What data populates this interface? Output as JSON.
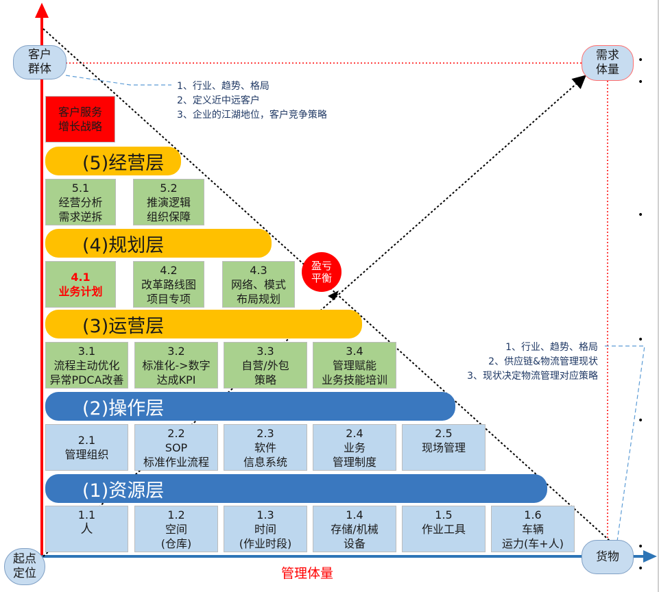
{
  "axes": {
    "top_left": "客户\n群体",
    "origin": "起点\n定位",
    "top_right": "需求\n体量",
    "bottom_right": "货物",
    "x_axis_label": "管理体量"
  },
  "strategy_box": "客户服务\n增长战略",
  "balance_circle": "盈亏\n平衡",
  "notes_left": [
    "1、行业、趋势、格局",
    "2、定义近中远客户",
    "3、企业的江湖地位，客户竞争策略"
  ],
  "notes_right": [
    "1、行业、趋势、格局",
    "2、供应链&物流管理现状",
    "3、现状决定物流管理对应策略"
  ],
  "layers": {
    "l5": "(5)经营层",
    "l4": "(4)规划层",
    "l3": "(3)运营层",
    "l2": "(2)操作层",
    "l1": "(1)资源层"
  },
  "boxes5": [
    {
      "num": "5.1",
      "text": "经营分析\n需求逆拆"
    },
    {
      "num": "5.2",
      "text": "推演逻辑\n组织保障"
    }
  ],
  "boxes4": [
    {
      "num": "4.1",
      "text": "业务计划"
    },
    {
      "num": "4.2",
      "text": "改革路线图\n项目专项"
    },
    {
      "num": "4.3",
      "text": "网络、模式\n布局规划"
    }
  ],
  "boxes3": [
    {
      "num": "3.1",
      "text": "流程主动优化\n异常PDCA改善"
    },
    {
      "num": "3.2",
      "text": "标准化->数字\n达成KPI"
    },
    {
      "num": "3.3",
      "text": "自营/外包\n策略"
    },
    {
      "num": "3.4",
      "text": "管理赋能\n业务技能培训"
    }
  ],
  "boxes2": [
    {
      "num": "2.1",
      "text": "管理组织"
    },
    {
      "num": "2.2",
      "text": "SOP\n标准作业流程"
    },
    {
      "num": "2.3",
      "text": "软件\n信息系统"
    },
    {
      "num": "2.4",
      "text": "业务\n管理制度"
    },
    {
      "num": "2.5",
      "text": "现场管理"
    }
  ],
  "boxes1": [
    {
      "num": "1.1",
      "text": "人"
    },
    {
      "num": "1.2",
      "text": "空间\n(仓库)"
    },
    {
      "num": "1.3",
      "text": "时间\n(作业时段)"
    },
    {
      "num": "1.4",
      "text": "存储/机械\n设备"
    },
    {
      "num": "1.5",
      "text": "作业工具"
    },
    {
      "num": "1.6",
      "text": "车辆\n运力(车+人)"
    }
  ],
  "bullets": [
    "•",
    "•",
    "•",
    "•",
    "•",
    "•",
    "•"
  ],
  "colors": {
    "axis_red": "#ff0000",
    "axis_blue": "#2e75b6",
    "gold": "#ffc000",
    "blue": "#3a78bf",
    "green": "#a9d18e",
    "light_blue": "#bdd7ee"
  }
}
